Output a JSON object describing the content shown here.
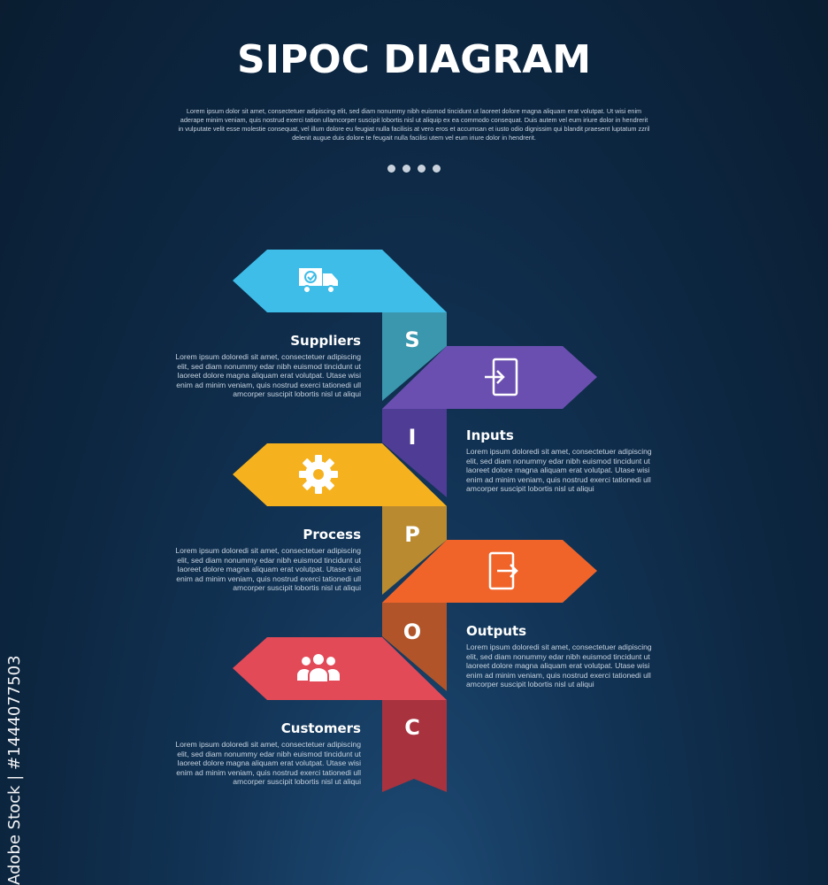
{
  "header": {
    "title": "SIPOC DIAGRAM",
    "description": "Lorem ipsum dolor sit amet, consectetuer adipiscing elit, sed diam nonummy nibh euismod tincidunt ut laoreet dolore magna aliquam erat volutpat. Ut wisi enim aderape minim veniam, quis nostrud exerci tation ullamcorper suscipit lobortis nisl ut aliquip ex ea commodo consequat. Duis autem vel eum iriure dolor in hendrerit in vulputate velit esse molestie consequat, vel illum dolore eu feugiat nulla facilisis at vero eros et accumsan et iusto odio dignissim qui blandit praesent luptatum zzril delenit augue duis dolore te feugait nulla facilisi utem vel eum iriure dolor in hendrerit."
  },
  "steps": [
    {
      "letter": "S",
      "heading": "Suppliers",
      "side": "left",
      "icon": "delivery-truck-icon",
      "color": "#3ebde8",
      "fold_color": "#3a97ae",
      "description": "Lorem ipsum doloredi sit amet, consectetuer adipiscing elit, sed diam nonummy edar nibh euismod tincidunt ut laoreet dolore magna aliquam erat volutpat. Utase wisi enim ad minim veniam, quis nostrud exerci tationedi ull amcorper suscipit lobortis nisl ut aliqui"
    },
    {
      "letter": "I",
      "heading": "Inputs",
      "side": "right",
      "icon": "sign-in-icon",
      "color": "#6a4fb0",
      "fold_color": "#4f3c95",
      "description": "Lorem ipsum doloredi sit amet, consectetuer adipiscing elit, sed diam nonummy edar nibh euismod tincidunt ut laoreet dolore magna aliquam erat volutpat. Utase wisi enim ad minim veniam, quis nostrud exerci tationedi ull amcorper suscipit lobortis nisl ut aliqui"
    },
    {
      "letter": "P",
      "heading": "Process",
      "side": "left",
      "icon": "gear-icon",
      "color": "#f5b21e",
      "fold_color": "#b98a2f",
      "description": "Lorem ipsum doloredi sit amet, consectetuer adipiscing elit, sed diam nonummy edar nibh euismod tincidunt ut laoreet dolore magna aliquam erat volutpat. Utase wisi enim ad minim veniam, quis nostrud exerci tationedi ull amcorper suscipit lobortis nisl ut aliqui"
    },
    {
      "letter": "O",
      "heading": "Outputs",
      "side": "right",
      "icon": "sign-out-icon",
      "color": "#f0642a",
      "fold_color": "#b1542a",
      "description": "Lorem ipsum doloredi sit amet, consectetuer adipiscing elit, sed diam nonummy edar nibh euismod tincidunt ut laoreet dolore magna aliquam erat volutpat. Utase wisi enim ad minim veniam, quis nostrud exerci tationedi ull amcorper suscipit lobortis nisl ut aliqui"
    },
    {
      "letter": "C",
      "heading": "Customers",
      "side": "left",
      "icon": "users-group-icon",
      "color": "#e24a58",
      "fold_color": "#a8323e",
      "description": "Lorem ipsum doloredi sit amet, consectetuer adipiscing elit, sed diam nonummy edar nibh euismod tincidunt ut laoreet dolore magna aliquam erat volutpat. Utase wisi enim ad minim veniam, quis nostrud exerci tationedi ull amcorper suscipit lobortis nisl ut aliqui"
    }
  ],
  "watermark": "Adobe Stock | #1444077503"
}
